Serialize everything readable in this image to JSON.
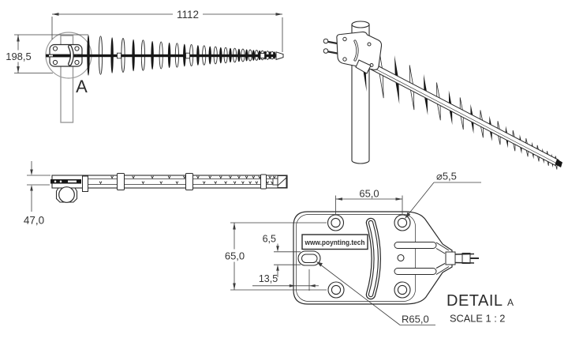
{
  "views": {
    "side": {
      "dim_length": "1112",
      "dim_height": "198,5",
      "detail_marker": "A"
    },
    "top": {
      "dim_height": "47,0"
    },
    "detail": {
      "title": "DETAIL",
      "title_ref": "A",
      "scale": "SCALE 1 : 2",
      "brand": "www.poynting.tech",
      "dim_hole_pitch_h": "65,0",
      "dim_hole_pitch_v": "65,0",
      "dim_hole_dia": "⌀5,5",
      "dim_slot_width": "6,5",
      "dim_slot_offset": "13,5",
      "dim_slot_radius": "R65,0"
    }
  },
  "colors": {
    "edge": "#2b2b2b",
    "solid": "#161616",
    "construction": "#9b9b9b",
    "dimension": "#3c3c3c",
    "background": "#ffffff"
  }
}
